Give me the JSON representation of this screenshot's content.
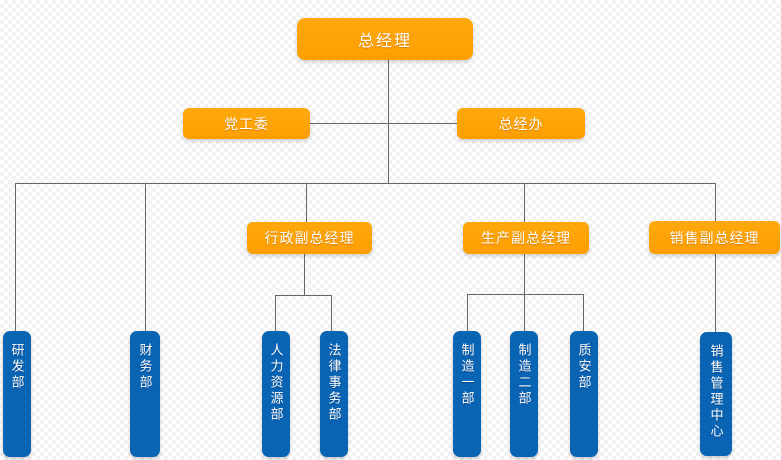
{
  "org": {
    "root": {
      "label": "总经理"
    },
    "staff": {
      "left": {
        "label": "党工委"
      },
      "right": {
        "label": "总经办"
      }
    },
    "direct_departments": [
      {
        "label": "研发部"
      },
      {
        "label": "财务部"
      }
    ],
    "branches": [
      {
        "label": "行政副总经理",
        "children": [
          {
            "label": "人力资源部"
          },
          {
            "label": "法律事务部"
          }
        ]
      },
      {
        "label": "生产副总经理",
        "children": [
          {
            "label": "制造一部"
          },
          {
            "label": "制造二部"
          },
          {
            "label": "质安部"
          }
        ]
      },
      {
        "label": "销售副总经理",
        "children": [
          {
            "label": "销售管理中心"
          }
        ]
      }
    ]
  },
  "colors": {
    "manager_node": "#ffa204",
    "department_node": "#0a64b4",
    "connector": "#666666",
    "node_text": "#ffffff",
    "background_checker": "#f2f2f2"
  }
}
